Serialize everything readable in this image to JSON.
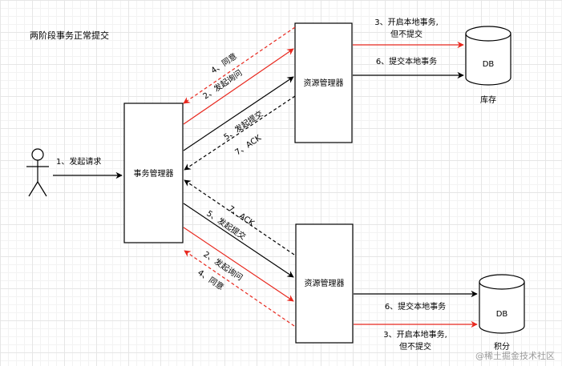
{
  "title": "两阶段事务正常提交",
  "actor_step": "1、发起请求",
  "tm_label": "事务管理器",
  "rm_top_label": "资源管理器",
  "rm_bottom_label": "资源管理器",
  "db_top": {
    "label": "DB",
    "caption": "库存"
  },
  "db_bottom": {
    "label": "DB",
    "caption": "积分"
  },
  "top_edges": {
    "agree": "4、同意",
    "ask": "2、发起询问",
    "commit": "5、发起提交",
    "ack": "7、ACK"
  },
  "bottom_edges": {
    "ack": "7、ACK",
    "commit": "5、发起提交",
    "ask": "2、发起询问",
    "agree": "4、同意"
  },
  "top_db_edges": {
    "local_tx_line1": "3、开启本地事务,",
    "local_tx_line2": "但不提交",
    "commit_local": "6、提交本地事务"
  },
  "bottom_db_edges": {
    "commit_local": "6、提交本地事务",
    "local_tx_line1": "3、开启本地事务,",
    "local_tx_line2": "但不提交"
  },
  "watermark": "@稀土掘金技术社区",
  "colors": {
    "red": "#e8281e",
    "black": "#000000"
  }
}
